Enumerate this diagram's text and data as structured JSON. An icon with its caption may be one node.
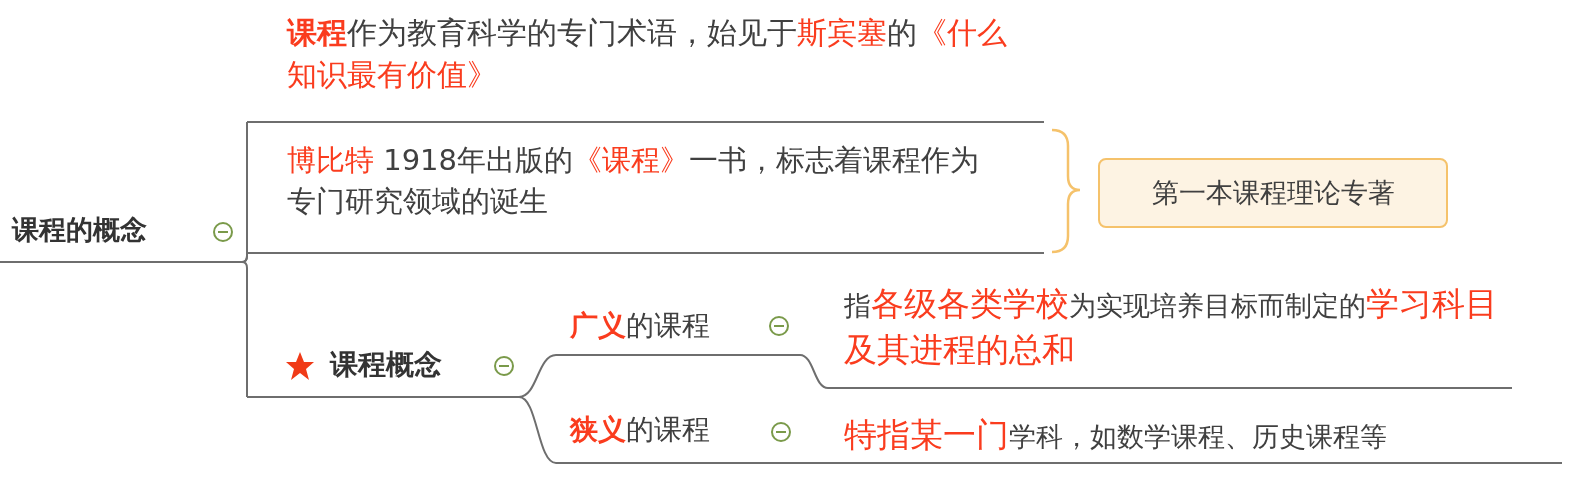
{
  "diagram": {
    "nodes": [
      {
        "text": [
          "课程的概念"
        ]
      },
      {
        "text": [
          "**课程**作为教育科学的专门术语，始见于**斯宾塞**的**《什么知识最有价值》**"
        ]
      },
      {
        "text": [
          "**博比特** 1918年出版的**《课程》**一书，标志着课程作为专门研究领域的诞生"
        ]
      },
      {
        "text": [
          "课程概念"
        ]
      },
      {
        "text": [
          "第一本课程理论专著"
        ]
      },
      {
        "text": [
          "**广义**的课程"
        ]
      },
      {
        "text": [
          "**狭义**的课程"
        ]
      },
      {
        "text": [
          "指**各级各类学校**为实现培养目标而制定的**学习科目及其进程的总和**"
        ]
      },
      {
        "text": [
          "**特指某一门**学科，如数学课程、历史课程等"
        ]
      }
    ],
    "edges": [
      {
        "from": 0,
        "to": 1,
        "arrow": "none"
      },
      {
        "from": 0,
        "to": 2,
        "arrow": "none"
      },
      {
        "from": 0,
        "to": 3,
        "arrow": "none"
      },
      {
        "from": 3,
        "to": 5,
        "arrow": "none"
      },
      {
        "from": 3,
        "to": 6,
        "arrow": "none"
      },
      {
        "from": 5,
        "to": 7,
        "arrow": "none"
      },
      {
        "from": 6,
        "to": 8,
        "arrow": "none"
      }
    ]
  }
}
